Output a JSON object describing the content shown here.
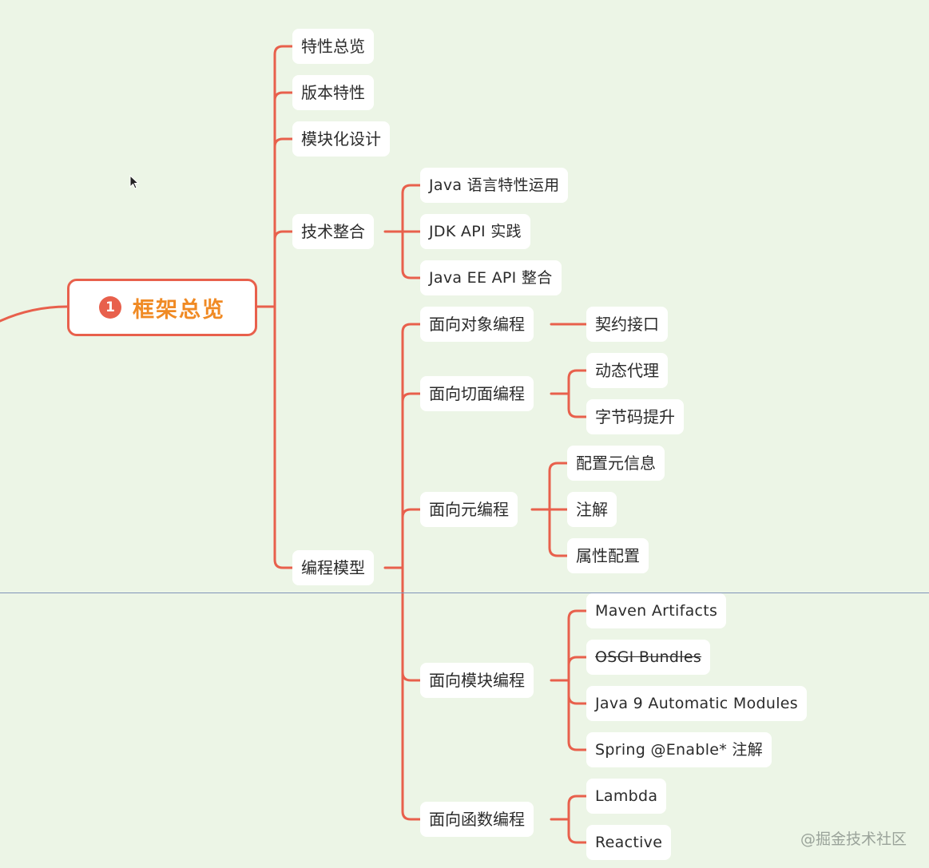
{
  "root": {
    "badge": "1",
    "label": "框架总览"
  },
  "nodes": {
    "n1": "特性总览",
    "n2": "版本特性",
    "n3": "模块化设计",
    "n4": "技术整合",
    "n4a": "Java 语言特性运用",
    "n4b": "JDK API 实践",
    "n4c": "Java EE API 整合",
    "n5": "编程模型",
    "n5a": "面向对象编程",
    "n5a1": "契约接口",
    "n5b": "面向切面编程",
    "n5b1": "动态代理",
    "n5b2": "字节码提升",
    "n5c": "面向元编程",
    "n5c1": "配置元信息",
    "n5c2": "注解",
    "n5c3": "属性配置",
    "n5d": "面向模块编程",
    "n5d1": "Maven Artifacts",
    "n5d2": "OSGI Bundles",
    "n5d3": "Java 9 Automatic Modules",
    "n5d4": "Spring @Enable* 注解",
    "n5e": "面向函数编程",
    "n5e1": "Lambda",
    "n5e2": "Reactive"
  },
  "watermark": "@掘金技术社区",
  "colors": {
    "edge": "#e8604c",
    "background": "#ecf5e6",
    "root_text": "#f08a24"
  }
}
